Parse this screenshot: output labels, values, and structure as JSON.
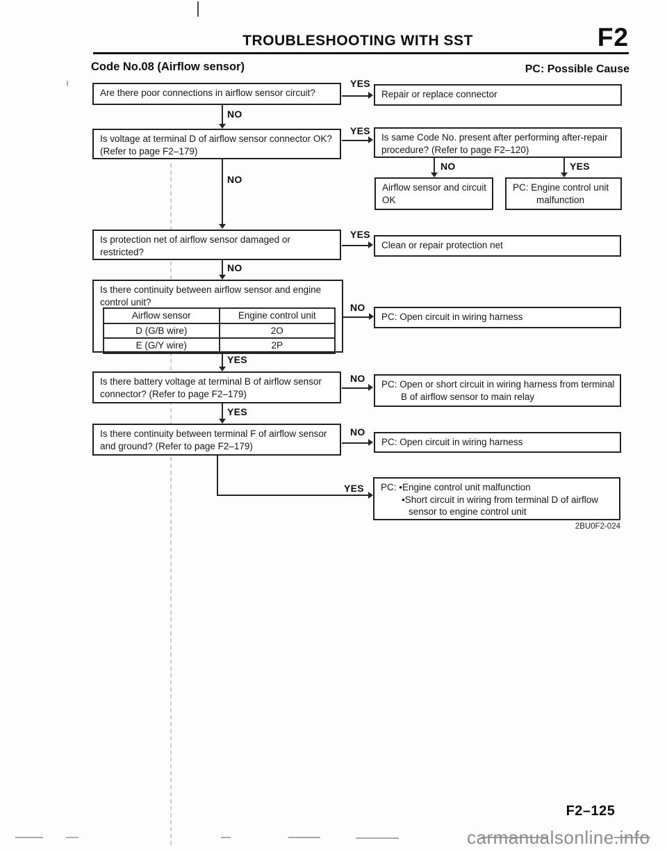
{
  "header": {
    "title": "TROUBLESHOOTING WITH SST",
    "section_code": "F2",
    "code_heading": "Code No.08 (Airflow sensor)",
    "pc_heading": "PC: Possible Cause"
  },
  "labels": {
    "yes": "YES",
    "no": "NO"
  },
  "flow": {
    "q1": [
      "Are there poor connections in airflow sensor circuit?"
    ],
    "a1": [
      "Repair or replace connector"
    ],
    "q2": [
      "Is voltage at terminal D of airflow sensor connector OK?",
      "(Refer to page F2–179)"
    ],
    "a2": [
      "Is same Code No. present after performing after-repair",
      "procedure? (Refer to page F2–120)"
    ],
    "b_no": [
      "Airflow sensor and circuit",
      "OK"
    ],
    "b_yes": [
      "PC: Engine control unit",
      "malfunction"
    ],
    "q3": [
      "Is protection net of airflow sensor damaged or",
      "restricted?"
    ],
    "a3": [
      "Clean or repair protection net"
    ],
    "q4": [
      "Is there continuity between airflow sensor and engine",
      "control unit?"
    ],
    "q4_table": {
      "headers": [
        "Airflow sensor",
        "Engine control unit"
      ],
      "rows": [
        [
          "D (G/B wire)",
          "2O"
        ],
        [
          "E (G/Y wire)",
          "2P"
        ]
      ]
    },
    "a4": [
      "PC: Open circuit in wiring harness"
    ],
    "q5": [
      "Is there battery voltage at terminal B of airflow sensor",
      "connector? (Refer to page F2–179)"
    ],
    "a5": [
      "PC: Open or short circuit in wiring harness from terminal",
      "B of airflow sensor to main relay"
    ],
    "q6": [
      "Is there continuity between terminal F of airflow sensor",
      "and ground? (Refer to page F2–179)"
    ],
    "a6": [
      "PC: Open circuit in wiring harness"
    ],
    "final": [
      "PC: •Engine control unit malfunction",
      "•Short circuit in wiring from terminal D of airflow",
      "sensor to engine control unit"
    ]
  },
  "footer": {
    "figure_code": "2BU0F2-024",
    "page_number": "F2–125",
    "watermark": "carmanualsonline.info"
  }
}
